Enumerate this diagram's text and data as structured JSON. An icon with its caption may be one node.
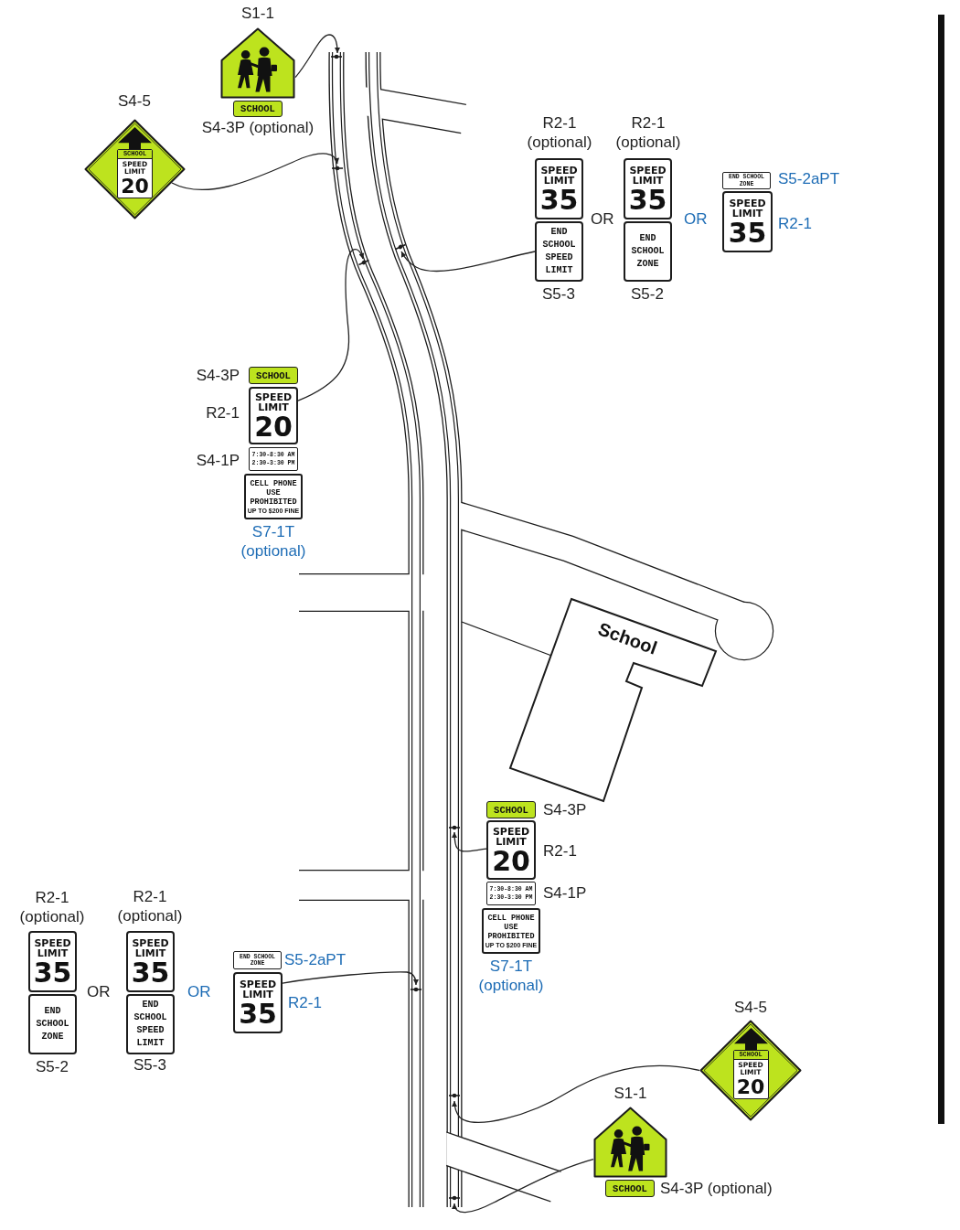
{
  "diagram": {
    "nodes": [
      {
        "text": [],
        "shape": "pentagon",
        "beside": [
          "S1-1"
        ]
      },
      {
        "text": [
          "SCHOOL"
        ],
        "beside": [
          "S4-3P (optional)"
        ]
      },
      {
        "text": [
          "SCHOOL",
          "SPEED LIMIT",
          "20"
        ],
        "beside": [
          "S4-5"
        ]
      },
      {
        "text": [
          "SPEED LIMIT",
          "35"
        ],
        "beside": [
          "R2-1 (optional)"
        ]
      },
      {
        "text": [
          "END SCHOOL SPEED LIMIT"
        ],
        "beside": [
          "S5-3"
        ]
      },
      {
        "text": [
          "SPEED LIMIT",
          "35"
        ],
        "beside": [
          "R2-1 (optional)"
        ]
      },
      {
        "text": [
          "END SCHOOL ZONE"
        ],
        "beside": [
          "S5-2"
        ]
      },
      {
        "text": [
          "END SCHOOL ZONE"
        ],
        "beside": [
          "S5-2aPT"
        ]
      },
      {
        "text": [
          "SPEED LIMIT",
          "35"
        ],
        "beside": [
          "R2-1"
        ]
      },
      {
        "text": [
          "SCHOOL"
        ],
        "beside": [
          "S4-3P"
        ]
      },
      {
        "text": [
          "SPEED LIMIT",
          "20"
        ],
        "beside": [
          "R2-1"
        ]
      },
      {
        "text": [
          "7:30-8:30 AM 2:30-3:30 PM"
        ],
        "beside": [
          "S4-1P"
        ]
      },
      {
        "text": [
          "CELL PHONE USE PROHIBITED",
          "UP TO $200 FINE"
        ],
        "beside": [
          "S7-1T (optional)"
        ]
      },
      {
        "text": [
          "School"
        ]
      },
      {
        "text": [
          "SCHOOL"
        ],
        "beside": [
          "S4-3P"
        ]
      },
      {
        "text": [
          "SPEED LIMIT",
          "20"
        ],
        "beside": [
          "R2-1"
        ]
      },
      {
        "text": [
          "7:30-8:30 AM 2:30-3:30 PM"
        ],
        "beside": [
          "S4-1P"
        ]
      },
      {
        "text": [
          "CELL PHONE USE PROHIBITED",
          "UP TO $200 FINE"
        ],
        "beside": [
          "S7-1T (optional)"
        ]
      },
      {
        "text": [
          "SPEED LIMIT",
          "35"
        ],
        "beside": [
          "R2-1 (optional)"
        ]
      },
      {
        "text": [
          "END SCHOOL ZONE"
        ],
        "beside": [
          "S5-2"
        ]
      },
      {
        "text": [
          "SPEED LIMIT",
          "35"
        ],
        "beside": [
          "R2-1 (optional)"
        ]
      },
      {
        "text": [
          "END SCHOOL SPEED LIMIT"
        ],
        "beside": [
          "S5-3"
        ]
      },
      {
        "text": [
          "END SCHOOL ZONE"
        ],
        "beside": [
          "S5-2aPT"
        ]
      },
      {
        "text": [
          "SPEED LIMIT",
          "35"
        ],
        "beside": [
          "R2-1"
        ]
      },
      {
        "text": [
          "SCHOOL",
          "SPEED LIMIT",
          "20"
        ],
        "beside": [
          "S4-5"
        ]
      },
      {
        "text": [],
        "shape": "pentagon",
        "beside": [
          "S1-1"
        ]
      },
      {
        "text": [
          "SCHOOL"
        ],
        "beside": [
          "S4-3P (optional)"
        ]
      }
    ],
    "edges": [
      {
        "from": 0,
        "to": null,
        "arrow": "to"
      },
      {
        "from": 2,
        "to": null,
        "arrow": "to"
      },
      {
        "from": 10,
        "to": null,
        "arrow": "to"
      },
      {
        "from": 4,
        "to": null,
        "arrow": "to"
      },
      {
        "from": 15,
        "to": null,
        "arrow": "to"
      },
      {
        "from": 23,
        "to": null,
        "arrow": "to"
      },
      {
        "from": 24,
        "to": null,
        "arrow": "to"
      },
      {
        "from": 25,
        "to": null,
        "arrow": "to"
      }
    ],
    "labels": [
      "OR",
      "OR",
      "OR",
      "OR"
    ]
  }
}
